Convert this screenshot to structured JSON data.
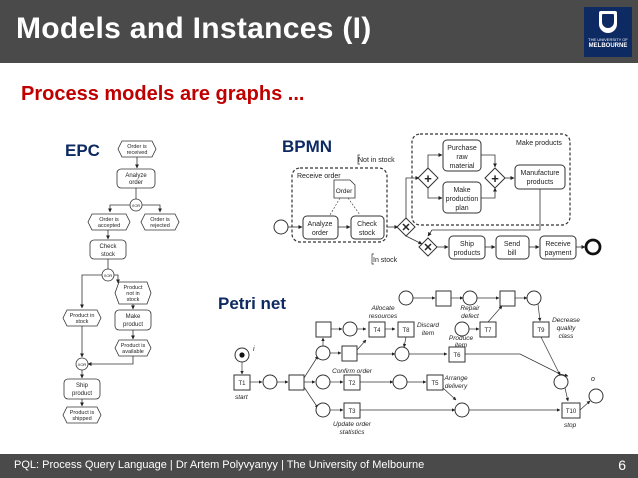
{
  "slide": {
    "title": "Models and Instances (I)",
    "subtitle": "Process models are graphs ...",
    "page_number": "6"
  },
  "logo": {
    "line1": "THE UNIVERSITY OF",
    "line2": "MELBOURNE"
  },
  "footer": {
    "text": "PQL: Process Query Language  |  Dr Artem Polyvyanyy  |  The University of Melbourne"
  },
  "epc": {
    "heading": "EPC",
    "order_is_received": [
      "Order is",
      "received"
    ],
    "analyze_order": [
      "Analyze",
      "order"
    ],
    "xor_label": "XOR",
    "order_is_accepted": [
      "Order is",
      "accepted"
    ],
    "order_is_rejected": [
      "Order is",
      "rejected"
    ],
    "check_stock": [
      "Check",
      "stock"
    ],
    "product_not_in_stock": [
      "Product",
      "not in",
      "stock"
    ],
    "product_in_stock": [
      "Product in",
      "stock"
    ],
    "make_product": [
      "Make",
      "product"
    ],
    "product_is_available": [
      "Product is",
      "available"
    ],
    "ship_product": [
      "Ship",
      "product"
    ],
    "product_is_shipped": [
      "Product is",
      "shipped"
    ]
  },
  "bpmn": {
    "heading": "BPMN",
    "make_products_label": "Make products",
    "receive_order_label": "Receive order",
    "not_in_stock": "Not in stock",
    "in_stock": "In stock",
    "order_doc": "Order",
    "analyze_order": [
      "Analyze",
      "order"
    ],
    "check_stock": [
      "Check",
      "stock"
    ],
    "purchase_raw_material": [
      "Purchase",
      "raw",
      "material"
    ],
    "make_production_plan": [
      "Make",
      "production",
      "plan"
    ],
    "manufacture_products": [
      "Manufacture",
      "products"
    ],
    "ship_products": [
      "Ship",
      "products"
    ],
    "send_bill": [
      "Send",
      "bill"
    ],
    "receive_payment": [
      "Receive",
      "payment"
    ]
  },
  "petri": {
    "heading": "Petri net",
    "allocate_resources": [
      "Allocate",
      "resources"
    ],
    "repair_defect": [
      "Repair",
      "defect"
    ],
    "decrease_quality_class": [
      "Decrease",
      "quality",
      "class"
    ],
    "discard_item": [
      "Discard",
      "item"
    ],
    "produce_item": [
      "Produce",
      "item"
    ],
    "confirm_order": "Confirm order",
    "arrange_delivery": [
      "Arrange",
      "delivery"
    ],
    "update_order_statistics": [
      "Update order",
      "statistics"
    ],
    "start": "start",
    "stop": "stop",
    "input_place": "i",
    "output_place": "o",
    "t1": "T1",
    "t2": "T2",
    "t3": "T3",
    "t4": "T4",
    "t5": "T5",
    "t6": "T6",
    "t7": "T7",
    "t8": "T8",
    "t9": "T9",
    "t10": "T10"
  },
  "colors": {
    "title_bar": "#4a4a4a",
    "subtitle": "#c00000",
    "logo": "#0e2a62"
  }
}
